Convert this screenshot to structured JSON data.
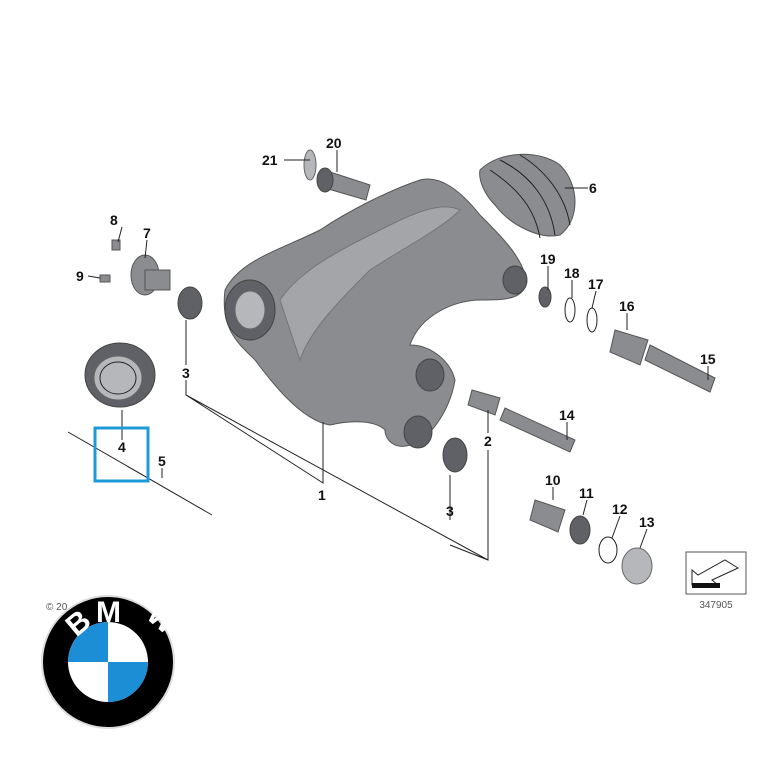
{
  "diagram": {
    "callouts": {
      "c1": "1",
      "c2": "2",
      "c3a": "3",
      "c3b": "3",
      "c4": "4",
      "c5": "5",
      "c6": "6",
      "c7": "7",
      "c8": "8",
      "c9": "9",
      "c10": "10",
      "c11": "11",
      "c12": "12",
      "c13": "13",
      "c14": "14",
      "c15": "15",
      "c16": "16",
      "c17": "17",
      "c18": "18",
      "c19": "19",
      "c20": "20",
      "c21": "21"
    },
    "highlight_color": "#1e9bd7",
    "diagram_number": "347905",
    "copyright": "© 20"
  },
  "logo": {
    "letters": [
      "B",
      "M",
      "W"
    ],
    "blue": "#1c8ed6"
  }
}
